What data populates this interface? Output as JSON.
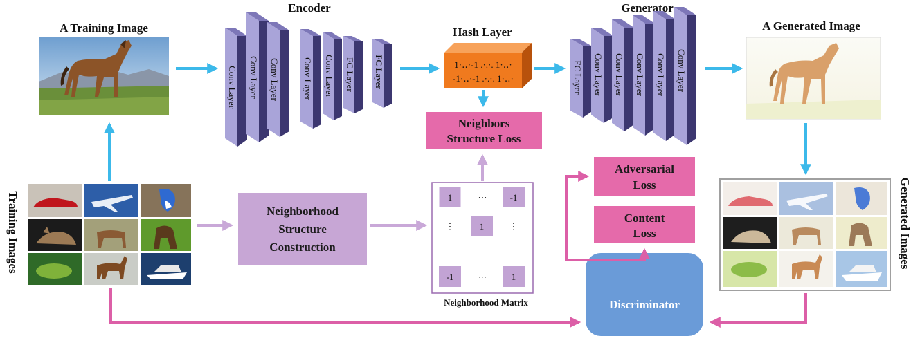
{
  "titles": {
    "training_image": "A Training Image",
    "encoder": "Encoder",
    "hash_layer": "Hash Layer",
    "generator": "Generator",
    "generated_image": "A Generated Image",
    "training_images": "Training Images",
    "generated_images": "Generated Images",
    "neighborhood_matrix": "Neighborhood Matrix"
  },
  "encoder_layers": [
    "Conv Layer",
    "Conv Layer",
    "Conv Layer",
    "Conv Layer",
    "Conv Layer",
    "FC Layer",
    "FC Layer"
  ],
  "generator_layers": [
    "FC Layer",
    "Conv Layer",
    "Conv Layer",
    "Conv Layer",
    "Conv Layer",
    "Conv Layer"
  ],
  "hash_code": {
    "line1": "1·‥·-1 .·.·. 1·‥·",
    "line2": "-1·‥·-1 .·.·. 1·‥·"
  },
  "boxes": {
    "neighbors_structure_loss_1": "Neighbors",
    "neighbors_structure_loss_2": "Structure Loss",
    "adversarial_loss_1": "Adversarial",
    "adversarial_loss_2": "Loss",
    "content_loss_1": "Content",
    "content_loss_2": "Loss",
    "neighborhood_construction_1": "Neighborhood",
    "neighborhood_construction_2": "Structure",
    "neighborhood_construction_3": "Construction",
    "discriminator": "Discriminator"
  },
  "matrix": {
    "cells": [
      "1",
      "···",
      "-1",
      "⋮",
      "1",
      "⋮",
      "-1",
      "···",
      "1"
    ]
  },
  "image_grid": [
    "car",
    "airplane",
    "bird",
    "cat",
    "deer",
    "dog",
    "frog",
    "horse",
    "ship"
  ],
  "colors": {
    "blue_arrow": "#3cb9ea",
    "pink_arrow": "#dc5fa7",
    "layer_front": "#a9a4d9",
    "layer_side": "#3c3770",
    "hash_orange": "#f07a1e",
    "loss_pink": "#e56aaa",
    "construction_lilac": "#c7a6d5",
    "discriminator_blue": "#6a9bd8"
  }
}
